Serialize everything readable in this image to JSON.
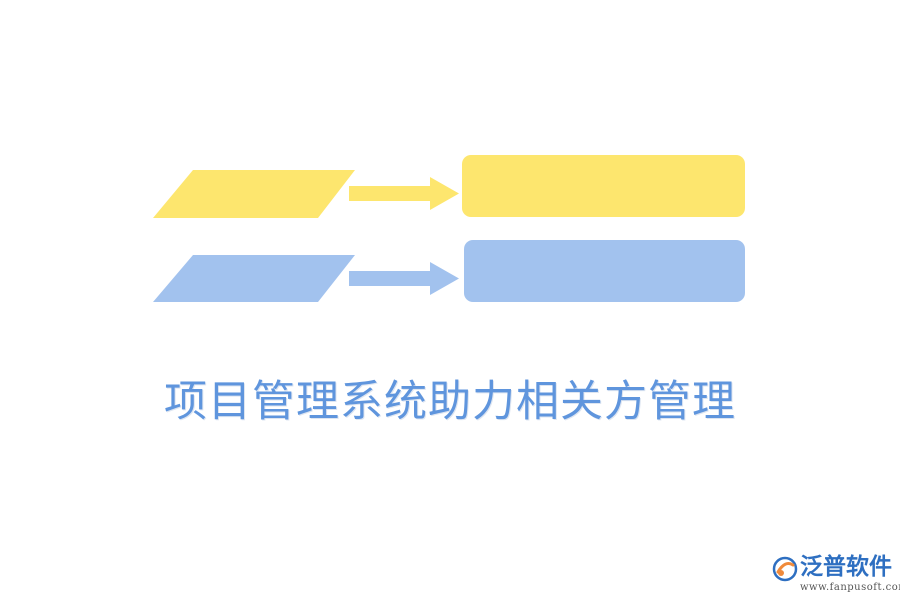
{
  "title": "项目管理系统助力相关方管理",
  "colors": {
    "yellow": "#fde66e",
    "blue": "#a2c2ee",
    "title": "#5f95dd",
    "logo": "#2e6fc1",
    "logo_accent": "#f08a3a"
  },
  "diagram": {
    "rows": [
      {
        "name": "yellow-row",
        "color": "yellow"
      },
      {
        "name": "blue-row",
        "color": "blue"
      }
    ]
  },
  "logo": {
    "name": "泛普软件",
    "url": "www.fanpusoft.com",
    "icon": "fanpu-logo-icon"
  }
}
